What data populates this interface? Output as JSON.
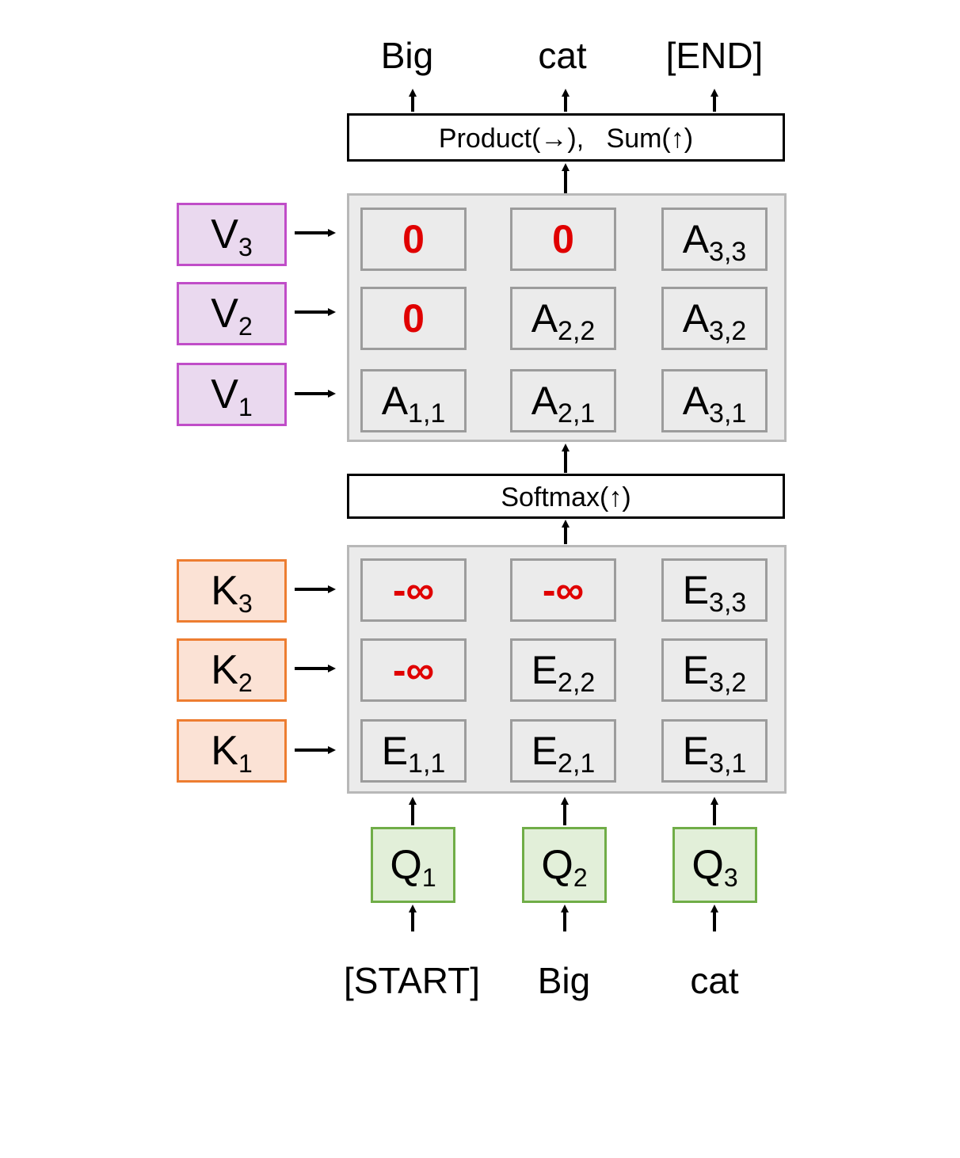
{
  "outputs": [
    "Big",
    "cat",
    "[END]"
  ],
  "inputs": [
    "[START]",
    "Big",
    "cat"
  ],
  "product_label": "Product(→),   Sum(↑)",
  "softmax_label": "Softmax(↑)",
  "values": [
    {
      "letter": "V",
      "sub": "3"
    },
    {
      "letter": "V",
      "sub": "2"
    },
    {
      "letter": "V",
      "sub": "1"
    }
  ],
  "keys": [
    {
      "letter": "K",
      "sub": "3"
    },
    {
      "letter": "K",
      "sub": "2"
    },
    {
      "letter": "K",
      "sub": "1"
    }
  ],
  "queries": [
    {
      "letter": "Q",
      "sub": "1"
    },
    {
      "letter": "Q",
      "sub": "2"
    },
    {
      "letter": "Q",
      "sub": "3"
    }
  ],
  "attention_grid": [
    [
      {
        "text": "0",
        "sub": "",
        "masked": true
      },
      {
        "text": "0",
        "sub": "",
        "masked": true
      },
      {
        "text": "A",
        "sub": "3,3",
        "masked": false
      }
    ],
    [
      {
        "text": "0",
        "sub": "",
        "masked": true
      },
      {
        "text": "A",
        "sub": "2,2",
        "masked": false
      },
      {
        "text": "A",
        "sub": "3,2",
        "masked": false
      }
    ],
    [
      {
        "text": "A",
        "sub": "1,1",
        "masked": false
      },
      {
        "text": "A",
        "sub": "2,1",
        "masked": false
      },
      {
        "text": "A",
        "sub": "3,1",
        "masked": false
      }
    ]
  ],
  "energy_grid": [
    [
      {
        "text": "-∞",
        "sub": "",
        "masked": true
      },
      {
        "text": "-∞",
        "sub": "",
        "masked": true
      },
      {
        "text": "E",
        "sub": "3,3",
        "masked": false
      }
    ],
    [
      {
        "text": "-∞",
        "sub": "",
        "masked": true
      },
      {
        "text": "E",
        "sub": "2,2",
        "masked": false
      },
      {
        "text": "E",
        "sub": "3,2",
        "masked": false
      }
    ],
    [
      {
        "text": "E",
        "sub": "1,1",
        "masked": false
      },
      {
        "text": "E",
        "sub": "2,1",
        "masked": false
      },
      {
        "text": "E",
        "sub": "3,1",
        "masked": false
      }
    ]
  ],
  "colors": {
    "mask_red": "#e00000",
    "value_border": "#c04dc8",
    "value_fill": "#ead9ef",
    "key_border": "#ed7d31",
    "key_fill": "#fbe2d5",
    "query_border": "#70ad47",
    "query_fill": "#e2efd9",
    "panel_fill": "#ebebeb"
  }
}
